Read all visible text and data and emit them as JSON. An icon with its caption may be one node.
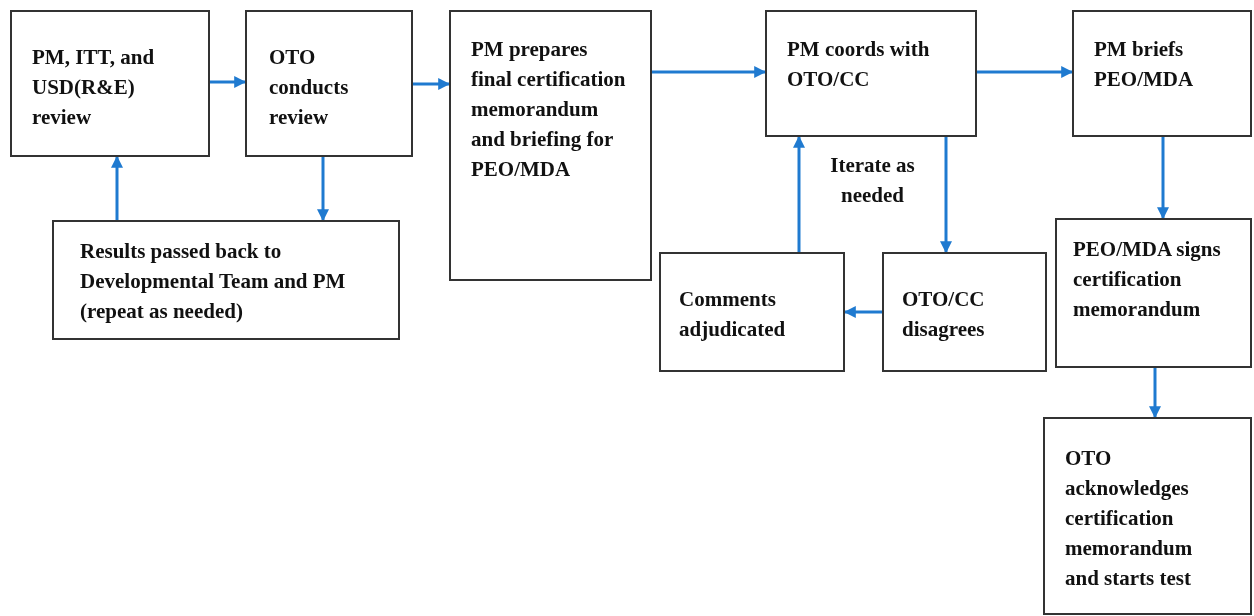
{
  "diagram": {
    "nodes": [
      {
        "text": [
          "PM, ITT, and USD(R&E) review"
        ]
      },
      {
        "text": [
          "OTO conducts review"
        ]
      },
      {
        "text": [
          "PM prepares final certification memorandum and briefing for PEO/MDA"
        ]
      },
      {
        "text": [
          "PM coords with OTO/CC"
        ]
      },
      {
        "text": [
          "PM briefs PEO/MDA"
        ]
      },
      {
        "text": [
          "Results passed back to Developmental Team and PM (repeat as needed)"
        ]
      },
      {
        "text": [
          "Comments adjudicated"
        ]
      },
      {
        "text": [
          "OTO/CC disagrees"
        ]
      },
      {
        "text": [
          "PEO/MDA signs certification memorandum"
        ]
      },
      {
        "text": [
          "OTO acknowledges certification memorandum and starts test"
        ]
      }
    ],
    "edges": [
      {
        "from": 0,
        "to": 1,
        "arrow": "to"
      },
      {
        "from": 1,
        "to": 5,
        "arrow": "to"
      },
      {
        "from": 5,
        "to": 0,
        "arrow": "to"
      },
      {
        "from": 1,
        "to": 2,
        "arrow": "to"
      },
      {
        "from": 2,
        "to": 3,
        "arrow": "to"
      },
      {
        "from": 3,
        "to": 4,
        "arrow": "to"
      },
      {
        "from": 3,
        "to": 7,
        "arrow": "to"
      },
      {
        "from": 7,
        "to": 6,
        "arrow": "to"
      },
      {
        "from": 6,
        "to": 3,
        "arrow": "to"
      },
      {
        "from": 4,
        "to": 8,
        "arrow": "to"
      },
      {
        "from": 8,
        "to": 9,
        "arrow": "to"
      }
    ],
    "labels": [
      "Iterate as needed"
    ]
  }
}
